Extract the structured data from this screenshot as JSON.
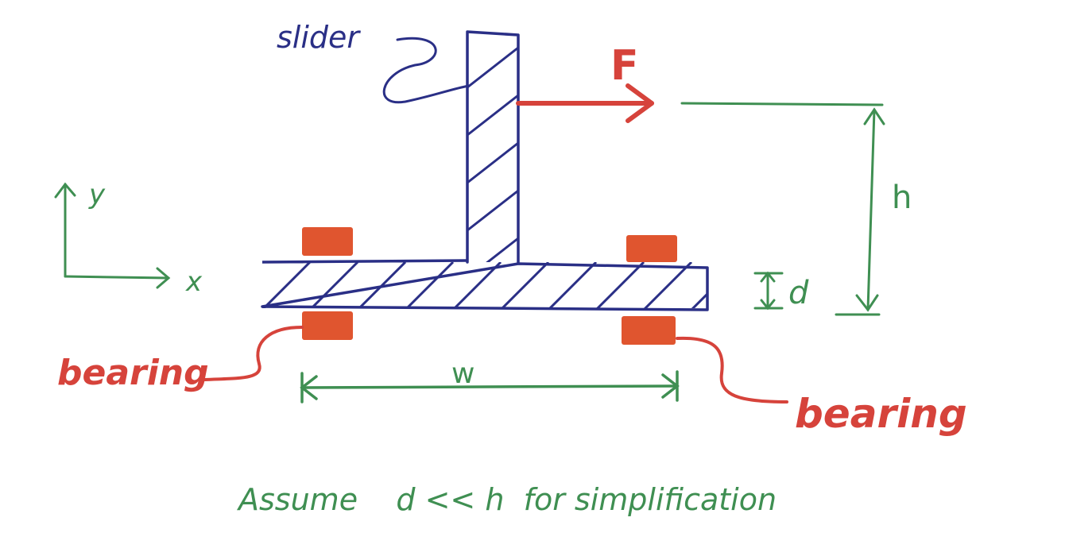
{
  "labels": {
    "slider": "slider",
    "force": "F",
    "height": "h",
    "thickness": "d",
    "width": "w",
    "axis_x": "x",
    "axis_y": "y",
    "bearing_left": "bearing",
    "bearing_right": "bearing",
    "assumption": "Assume    d << h  for simplification"
  },
  "colors": {
    "slider_ink": "#2a2f86",
    "force_ink": "#d6433b",
    "dimension_ink": "#3f8f52",
    "bearing_fill": "#e0552f"
  }
}
